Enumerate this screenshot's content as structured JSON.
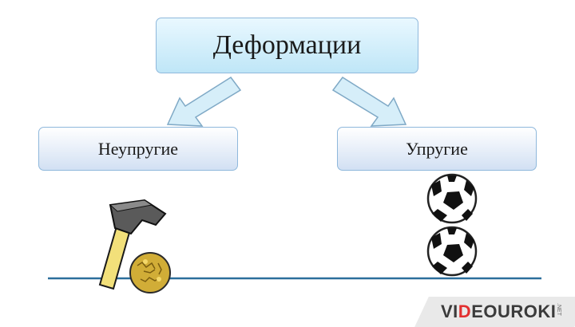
{
  "diagram": {
    "root": "Деформации",
    "branches": [
      "Неупругие",
      "Упругие"
    ]
  },
  "illustrations": {
    "left": [
      "hammer-icon",
      "crumpled-ball-icon"
    ],
    "right": [
      "soccer-ball-icon",
      "soccer-ball-icon"
    ]
  },
  "branding": {
    "logo_before": "VI",
    "logo_highlight": "D",
    "logo_after": "EOUROKI",
    "logo_suffix": ".NET"
  },
  "colors": {
    "box_border": "#8fb8dc",
    "arrow_fill": "#d6eef9",
    "ground_line": "#2c6e9b",
    "brand_accent": "#e23030"
  }
}
